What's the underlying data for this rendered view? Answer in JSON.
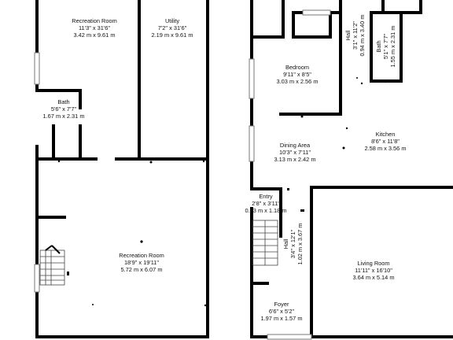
{
  "rooms": {
    "rec_top": {
      "name": "Recreation Room",
      "imperial": "11'3\" x 31'6\"",
      "metric": "3.42 m x 9.61 m"
    },
    "utility": {
      "name": "Utility",
      "imperial": "7'2\" x 31'6\"",
      "metric": "2.19 m x 9.61 m"
    },
    "bath_left": {
      "name": "Bath",
      "imperial": "5'6\" x 7'7\"",
      "metric": "1.67 m x 2.31 m"
    },
    "rec_bottom": {
      "name": "Recreation Room",
      "imperial": "18'9\" x 19'11\"",
      "metric": "5.72 m x 6.07 m"
    },
    "hall_top": {
      "name": "Hall",
      "imperial": "3'1\" x 11'2\"",
      "metric": "0.94 m x 3.40 m"
    },
    "bath_right": {
      "name": "Bath",
      "imperial": "5'1\" x 7'7\"",
      "metric": "1.55 m x 2.31 m"
    },
    "bedroom": {
      "name": "Bedroom",
      "imperial": "9'11\" x 8'5\"",
      "metric": "3.03 m x 2.56 m"
    },
    "kitchen": {
      "name": "Kitchen",
      "imperial": "8'6\" x 11'8\"",
      "metric": "2.58 m x 3.56 m"
    },
    "dining": {
      "name": "Dining Area",
      "imperial": "10'3\" x 7'11\"",
      "metric": "3.13 m x 2.42 m"
    },
    "entry": {
      "name": "Entry",
      "imperial": "2'8\" x 3'11\"",
      "metric": "0.83 m x 1.18 m"
    },
    "hall_mid": {
      "name": "Hall",
      "imperial": "3'4\" x 12'1\"",
      "metric": "1.02 m x 3.67 m"
    },
    "living": {
      "name": "Living Room",
      "imperial": "11'11\" x 16'10\"",
      "metric": "3.64 m x 5.14 m"
    },
    "foyer": {
      "name": "Foyer",
      "imperial": "6'6\" x 5'2\"",
      "metric": "1.97 m x 1.57 m"
    }
  }
}
